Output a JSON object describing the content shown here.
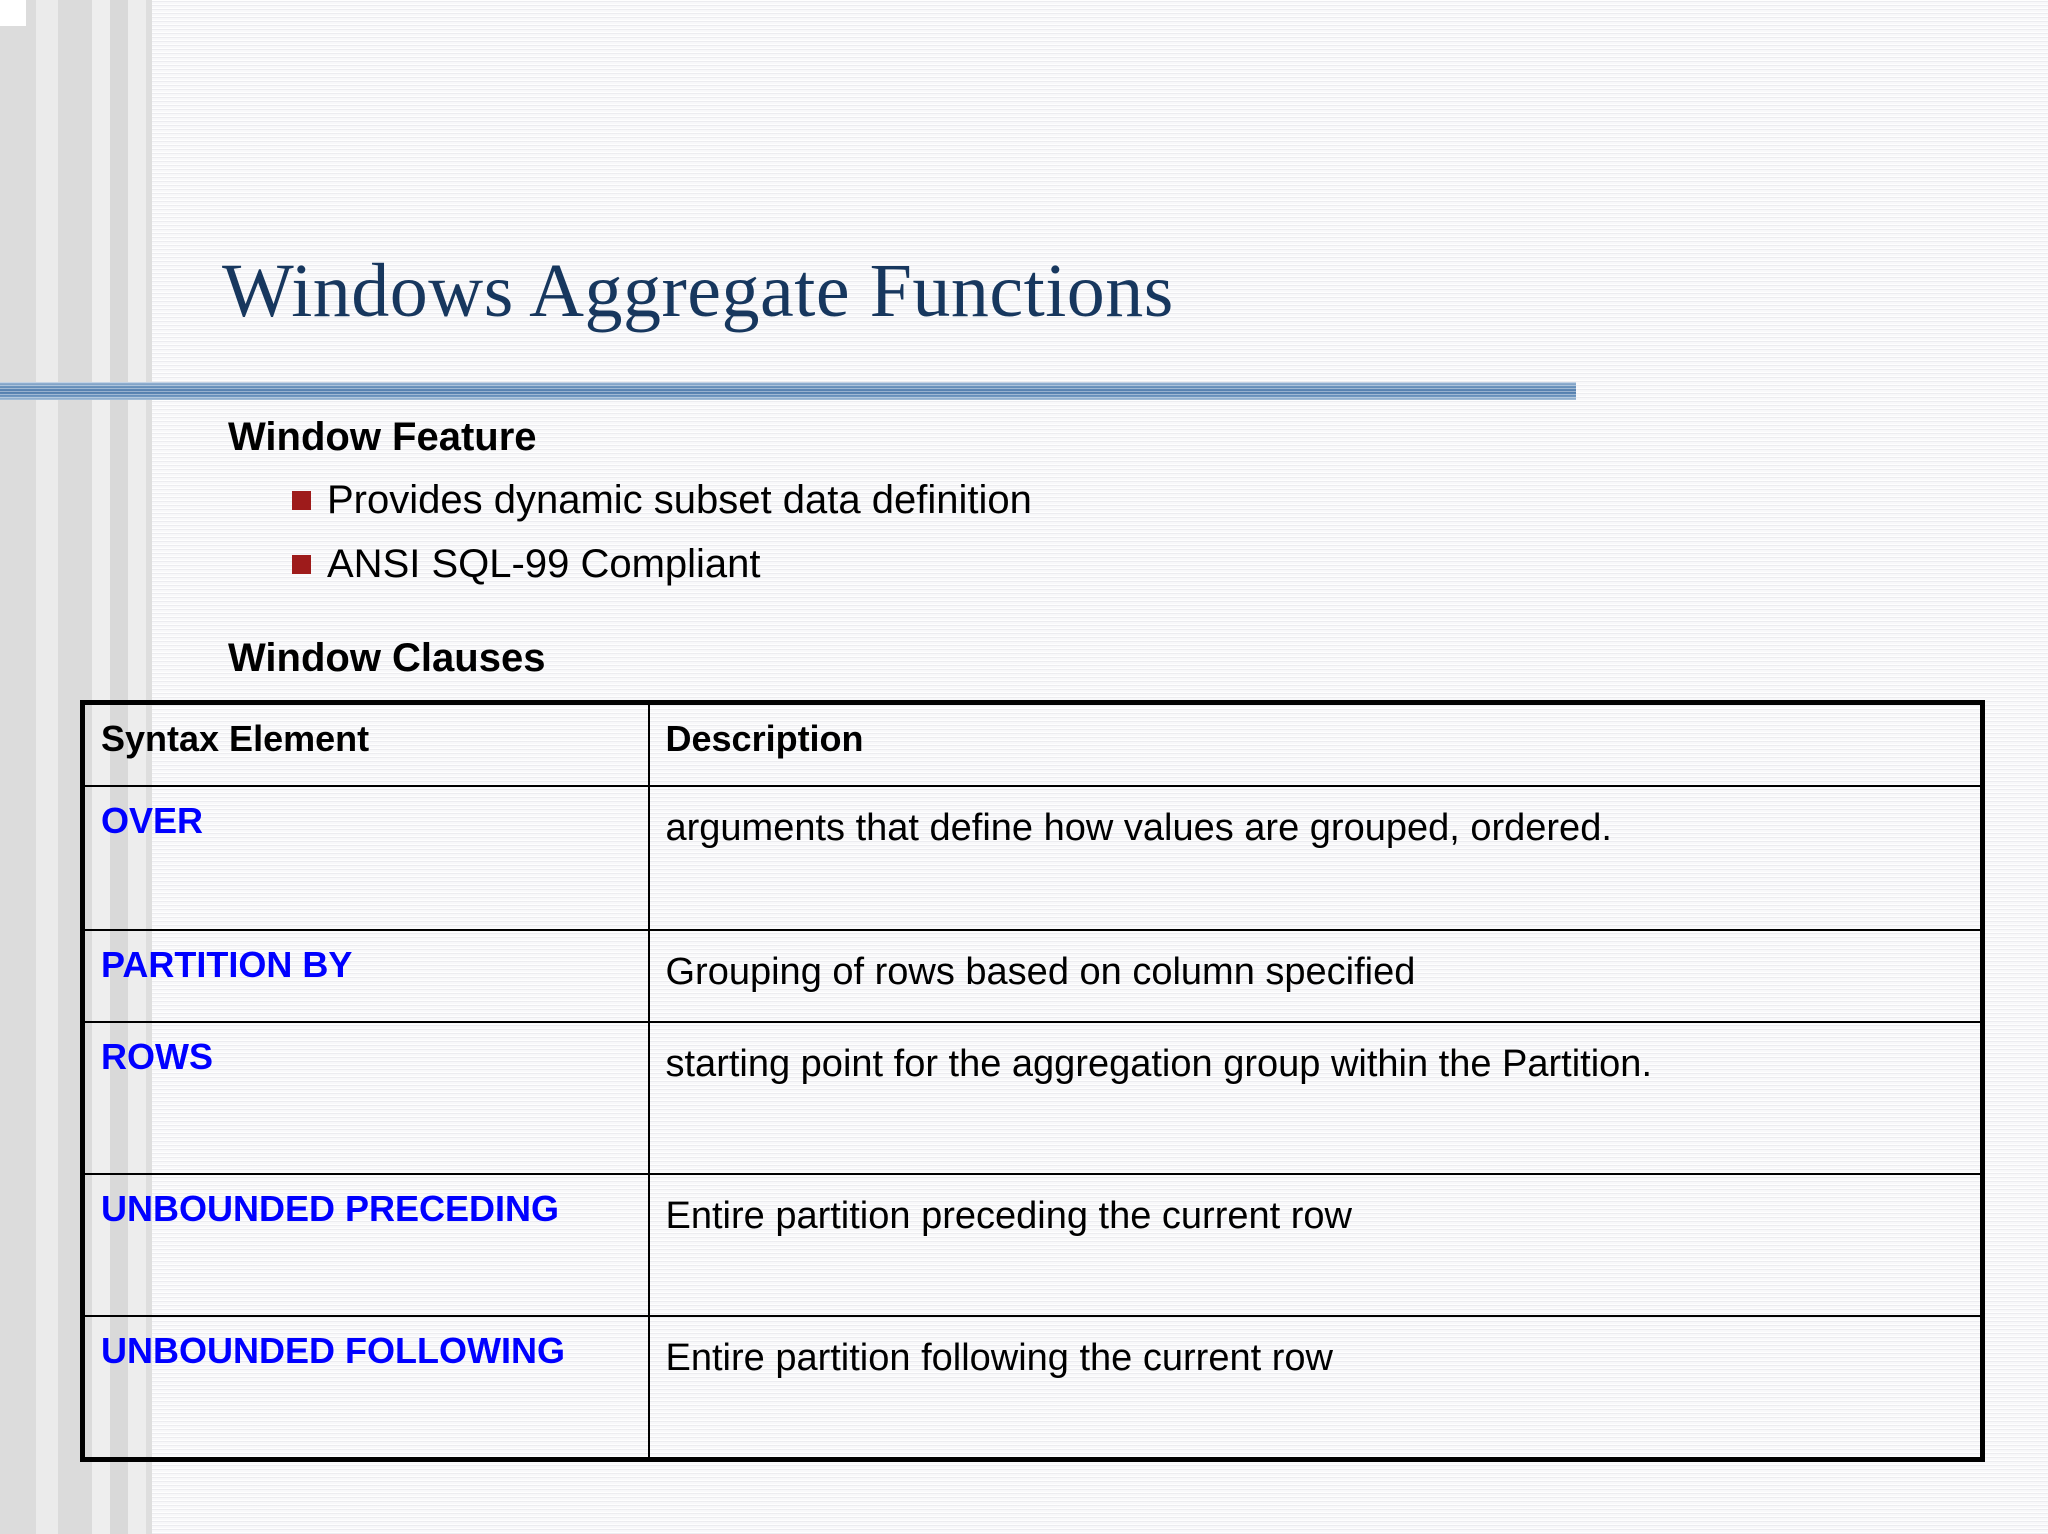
{
  "slide": {
    "title": "Windows Aggregate Functions",
    "accent_color": "#517cac",
    "title_color": "#17375e",
    "bullet_color": "#9e1b1b",
    "syntax_color": "#0000ff",
    "background_color": "#f7f7f9"
  },
  "sections": {
    "feature": {
      "heading": "Window Feature",
      "bullets": [
        "Provides dynamic subset data definition",
        "ANSI SQL-99 Compliant"
      ]
    },
    "clauses": {
      "heading": "Window Clauses"
    }
  },
  "table": {
    "headers": [
      "Syntax Element",
      "Description"
    ],
    "rows": [
      {
        "syntax": "OVER",
        "description": "arguments that define how values are grouped, ordered."
      },
      {
        "syntax": "PARTITION  BY",
        "description": "Grouping of rows based on column specified"
      },
      {
        "syntax": "ROWS",
        "description": "starting point for the aggregation group within the Partition."
      },
      {
        "syntax": "UNBOUNDED PRECEDING",
        "description": "Entire partition preceding the current row"
      },
      {
        "syntax": "UNBOUNDED FOLLOWING",
        "description": "Entire partition following the current row"
      }
    ]
  }
}
